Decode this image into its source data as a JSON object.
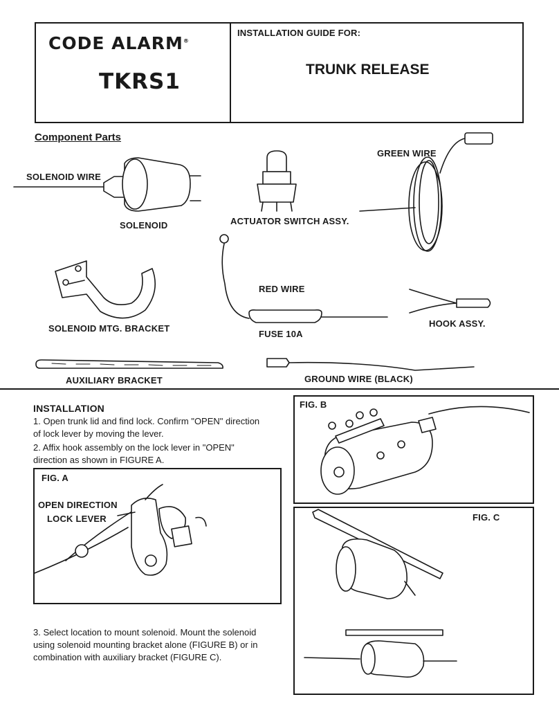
{
  "header": {
    "brand": "CODE ALARM",
    "model": "TKRS1",
    "guide_label": "INSTALLATION GUIDE FOR:",
    "product": "TRUNK RELEASE"
  },
  "components": {
    "heading": "Component Parts",
    "solenoid_wire": "SOLENOID WIRE",
    "solenoid": "SOLENOID",
    "actuator_switch": "ACTUATOR SWITCH ASSY.",
    "green_wire": "GREEN WIRE",
    "red_wire": "RED WIRE",
    "bracket": "SOLENOID MTG. BRACKET",
    "fuse": "FUSE 10A",
    "hook": "HOOK ASSY.",
    "aux_bracket": "AUXILIARY BRACKET",
    "ground_wire": "GROUND WIRE (BLACK)"
  },
  "installation": {
    "heading": "INSTALLATION",
    "step1": "1. Open trunk lid and find lock.  Confirm \"OPEN\" direction of lock lever by moving the lever.",
    "step2": "2. Affix hook assembly on the lock lever in \"OPEN\" direction as shown in FIGURE A.",
    "step3": "3. Select location to mount solenoid.  Mount the solenoid using solenoid mounting bracket alone (FIGURE B) or in combination with auxiliary bracket (FIGURE C)."
  },
  "figures": {
    "fig_a": "FIG. A",
    "fig_a_open_direction": "OPEN DIRECTION",
    "fig_a_lock_lever": "LOCK LEVER",
    "fig_b": "FIG. B",
    "fig_c": "FIG. C"
  },
  "icons": [
    "solenoid-icon",
    "switch-icon",
    "wire-coil-icon",
    "bracket-icon",
    "fuse-icon",
    "hook-icon",
    "ground-terminal-icon"
  ]
}
